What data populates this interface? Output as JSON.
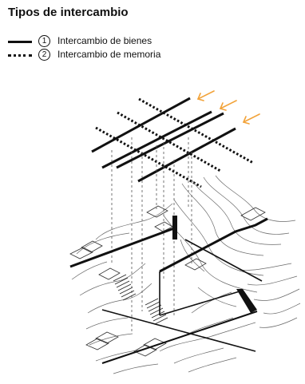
{
  "header": {
    "title": "Tipos de intercambio"
  },
  "legend": [
    {
      "number": "1",
      "label": "Intercambio de bienes",
      "line_style": "solid"
    },
    {
      "number": "2",
      "label": "Intercambio de memoria",
      "line_style": "dotted"
    }
  ],
  "colors": {
    "ink": "#111111",
    "arrow": "#f2a33a",
    "terrain": "#6a6a6a"
  }
}
